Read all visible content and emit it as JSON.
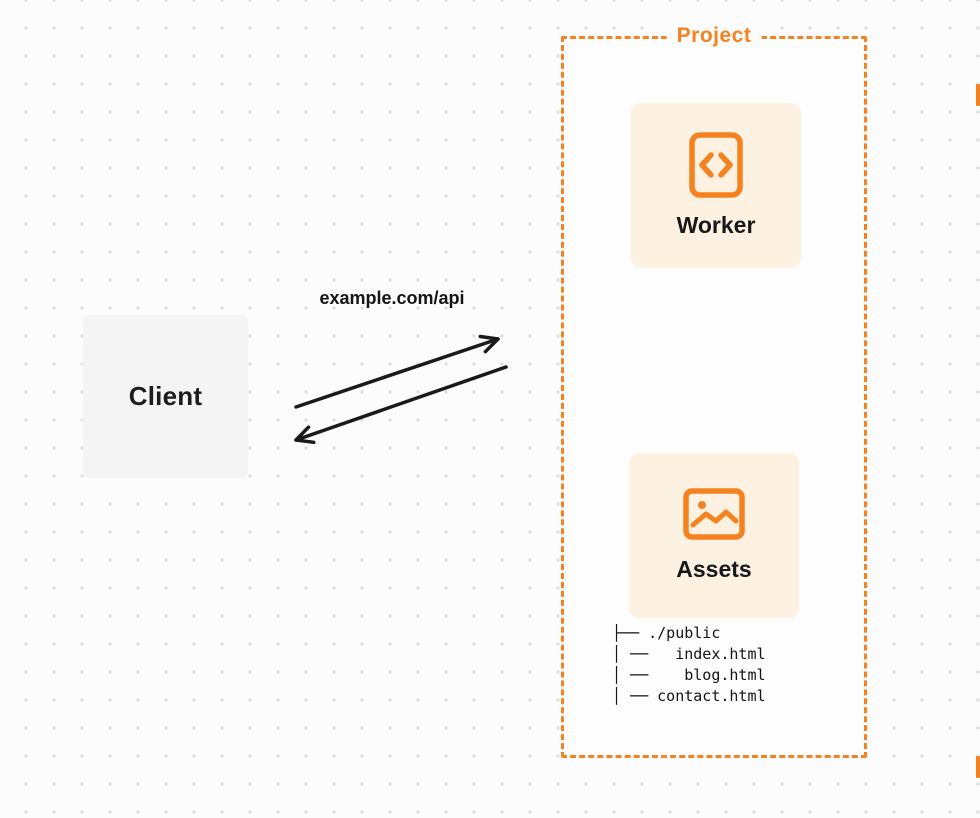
{
  "colors": {
    "accent_orange": "#F6821F",
    "card_background": "#FDF1E1",
    "client_background": "#F4F4F5",
    "text_dark": "#17181A",
    "dot_grid": "#E0E0E0"
  },
  "client": {
    "label": "Client"
  },
  "request": {
    "label": "example.com/api"
  },
  "project": {
    "label": "Project",
    "worker": {
      "label": "Worker",
      "icon": "code-icon"
    },
    "assets": {
      "label": "Assets",
      "icon": "image-icon",
      "file_tree": [
        "├── ./public",
        "│ ──   index.html",
        "│ ──    blog.html",
        "│ ── contact.html"
      ]
    }
  }
}
